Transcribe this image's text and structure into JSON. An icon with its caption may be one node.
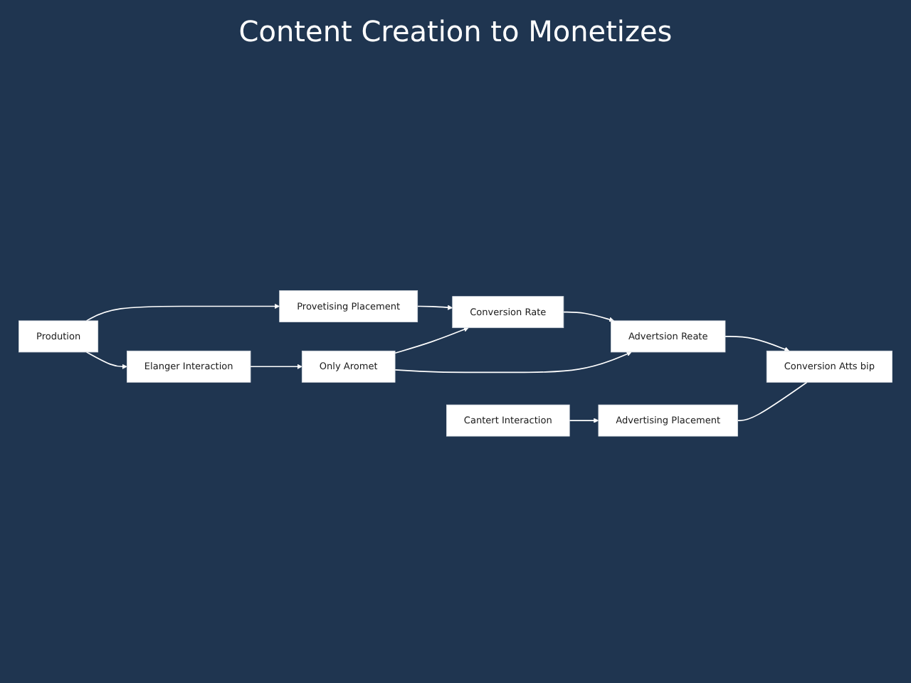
{
  "diagram": {
    "title": "Content Creation to Monetizes",
    "nodes": [
      {
        "text": [
          "Prodution"
        ]
      },
      {
        "text": [
          "Provetising Placement"
        ]
      },
      {
        "text": [
          "Elanger Interaction"
        ]
      },
      {
        "text": [
          "Only Aromet"
        ]
      },
      {
        "text": [
          "Conversion Rate"
        ]
      },
      {
        "text": [
          "Advertsion Reate"
        ]
      },
      {
        "text": [
          "Cantert Interaction"
        ]
      },
      {
        "text": [
          "Conversion Atts bip"
        ]
      },
      {
        "text": [
          "Advertising Placement"
        ]
      }
    ],
    "edges": [
      {
        "from": 0,
        "to": 1,
        "arrow": "to"
      },
      {
        "from": 0,
        "to": 2,
        "arrow": "to"
      },
      {
        "from": 1,
        "to": 4,
        "arrow": "to"
      },
      {
        "from": 2,
        "to": 3,
        "arrow": "to"
      },
      {
        "from": 3,
        "to": 4,
        "arrow": "to"
      },
      {
        "from": 4,
        "to": 5,
        "arrow": "to"
      },
      {
        "from": 3,
        "to": 5,
        "arrow": "to"
      },
      {
        "from": 5,
        "to": 7,
        "arrow": "to"
      },
      {
        "from": 6,
        "to": 8,
        "arrow": "to"
      },
      {
        "from": 8,
        "to": 7,
        "arrow": "none"
      }
    ]
  }
}
